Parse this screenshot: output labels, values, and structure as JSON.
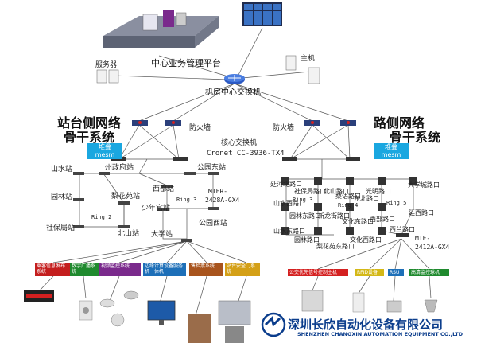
{
  "central": {
    "platform": "中心业务管理平台",
    "server": "服务器",
    "host": "主机",
    "core_switch": "机房中心交换机"
  },
  "station_side": {
    "title_line1": "站台侧网络",
    "title_line2": "骨干系统",
    "stack_label_line1": "堆叠",
    "stack_label_line2": "mesm",
    "firewall": "防火墙"
  },
  "road_side": {
    "title_line1": "路侧网络",
    "title_line2": "骨干系统",
    "stack_label_line1": "堆叠",
    "stack_label_line2": "mesm",
    "firewall": "防火墙"
  },
  "core_switch_model": {
    "line1": "核心交换机",
    "line2": "Cronet CC-3936-TX4"
  },
  "left_stations": [
    "山水站",
    "州政府站",
    "公园东站",
    "园林站",
    "梨花苑站",
    "西部站",
    "社保局站",
    "北山站",
    "少年宫站",
    "公园西站",
    "大学站"
  ],
  "left_rings": [
    "Ring 2",
    "Ring 3"
  ],
  "left_switch_model": {
    "line1": "MIER-",
    "line2": "2428A-GX4"
  },
  "right_nodes": [
    "延河北路口",
    "社保局路口",
    "北山路口",
    "光明路口",
    "大学城路口",
    "山水西路口",
    "桑语路口",
    "东北路口",
    "园林东路口",
    "新龙街路口",
    "文化东路口",
    "西部路口",
    "延西路口",
    "山水东路口",
    "园林路口",
    "梨花苑东路口",
    "文化西路口",
    "西兰路口"
  ],
  "right_rings": [
    "Ring 3",
    "Ring 4",
    "Ring 5"
  ],
  "right_switch_model": {
    "line1": "MIE-",
    "line2": "2412A-GX4"
  },
  "left_systems": [
    {
      "label": "乘客信息发布系统",
      "color": "#c41e1e"
    },
    {
      "label": "数字广播系统",
      "color": "#1f8a2e"
    },
    {
      "label": "视频监控系统",
      "color": "#7a2a8c"
    },
    {
      "label": "边缘计算设备服务机一体机",
      "color": "#1d6fb8"
    },
    {
      "label": "售检票系统",
      "color": "#a8541d"
    },
    {
      "label": "站台安全门系统",
      "color": "#d4a017"
    }
  ],
  "right_systems": [
    {
      "label": "公交优先信号控制主机",
      "color": "#d42020"
    },
    {
      "label": "RFID设备",
      "color": "#d4b817"
    },
    {
      "label": "RSU",
      "color": "#1d6fb8"
    },
    {
      "label": "高清监控球机",
      "color": "#1f8a2e"
    }
  ],
  "logo": {
    "name_cn": "深圳长欣自动化设备有限公司",
    "name_en": "SHENZHEN CHANGXIN AUTOMATION EQUIPMENT CO.,LTD"
  }
}
